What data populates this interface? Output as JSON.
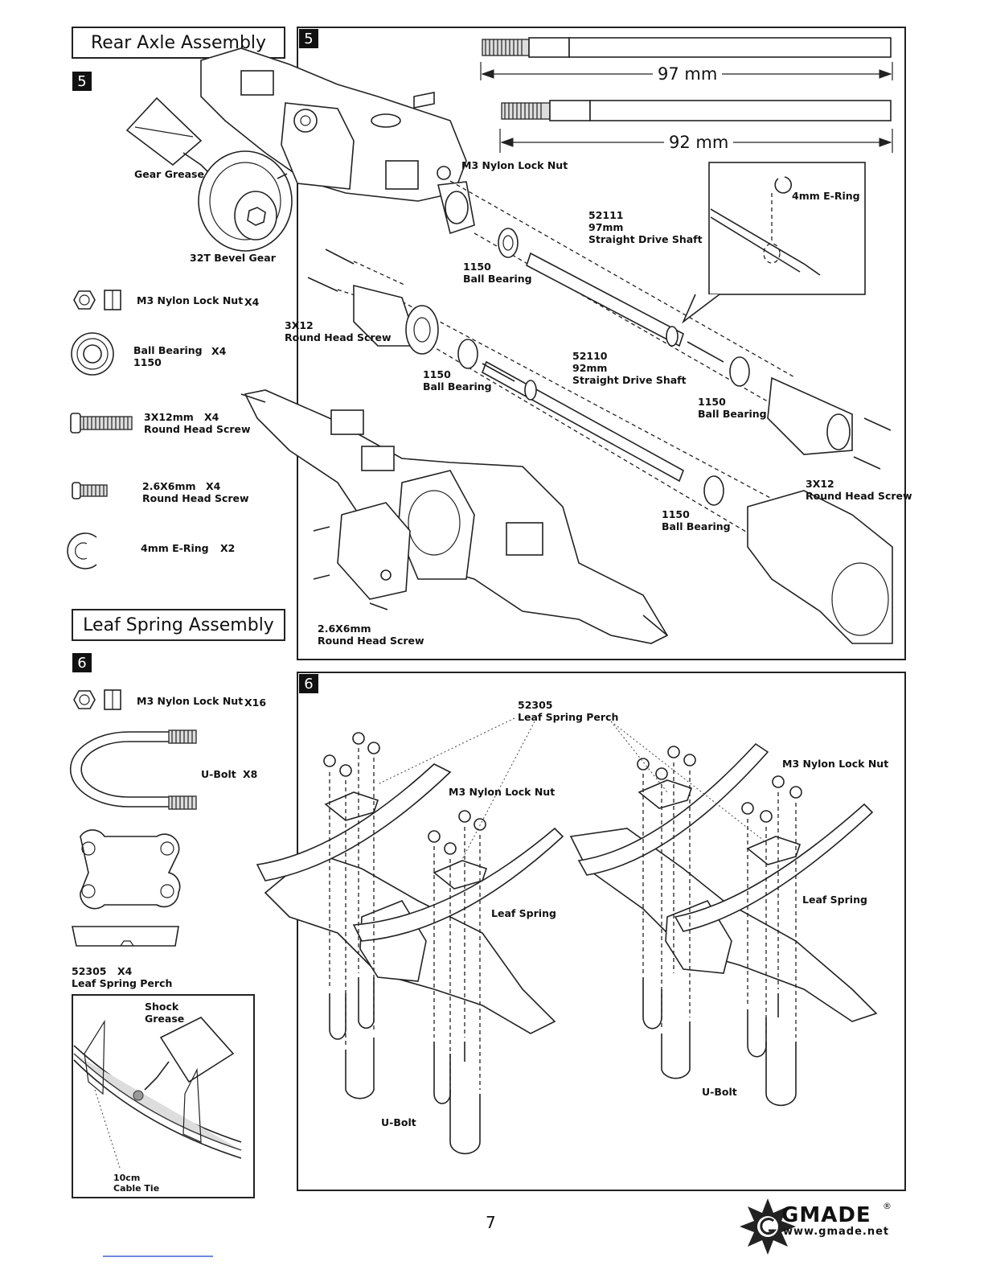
{
  "step5": {
    "title": "Rear Axle Assembly",
    "step_number": "5",
    "shaft_97": "97 mm",
    "shaft_92": "92 mm",
    "callouts": {
      "gear_grease": "Gear Grease",
      "bevel_gear": "32T Bevel Gear",
      "nylon_nut": "M3 Nylon Lock Nut",
      "ering": "4mm E-Ring",
      "shaft_52111": "52111\n97mm\nStraight Drive Shaft",
      "bearing_a": "1150\nBall Bearing",
      "screw_3x12_a": "3X12\nRound Head Screw",
      "bearing_b": "1150\nBall Bearing",
      "shaft_52110": "52110\n92mm\nStraight Drive Shaft",
      "bearing_c": "1150\nBall Bearing",
      "screw_3x12_b": "3X12\nRound Head Screw",
      "bearing_d": "1150\nBall Bearing",
      "screw_26x6": "2.6X6mm\nRound Head Screw"
    },
    "parts": [
      {
        "name": "M3 Nylon Lock Nut",
        "qty": "X4"
      },
      {
        "name": "Ball Bearing\n1150",
        "qty": "X4"
      },
      {
        "name": "3X12mm\nRound Head Screw",
        "qty": "X4"
      },
      {
        "name": "2.6X6mm\nRound Head Screw",
        "qty": "X4"
      },
      {
        "name": "4mm E-Ring",
        "qty": "X2"
      }
    ]
  },
  "step6": {
    "title": "Leaf Spring Assembly",
    "step_number": "6",
    "callouts": {
      "perch": "52305\nLeaf Spring Perch",
      "nut_left": "M3 Nylon Lock Nut",
      "nut_right": "M3 Nylon Lock Nut",
      "leaf_left": "Leaf Spring",
      "leaf_right": "Leaf Spring",
      "ubolt_left": "U-Bolt",
      "ubolt_right": "U-Bolt"
    },
    "parts": [
      {
        "name": "M3 Nylon Lock Nut",
        "qty": "X16"
      },
      {
        "name": "U-Bolt",
        "qty": "X8"
      },
      {
        "name": "52305",
        "qty": "X4",
        "sub": "Leaf Spring Perch"
      }
    ],
    "inset": {
      "grease": "Shock\nGrease",
      "cable_tie": "10cm\nCable Tie"
    }
  },
  "footer": {
    "page_number": "7",
    "brand": "GMADE",
    "url": "www.gmade.net",
    "registered": "®"
  }
}
